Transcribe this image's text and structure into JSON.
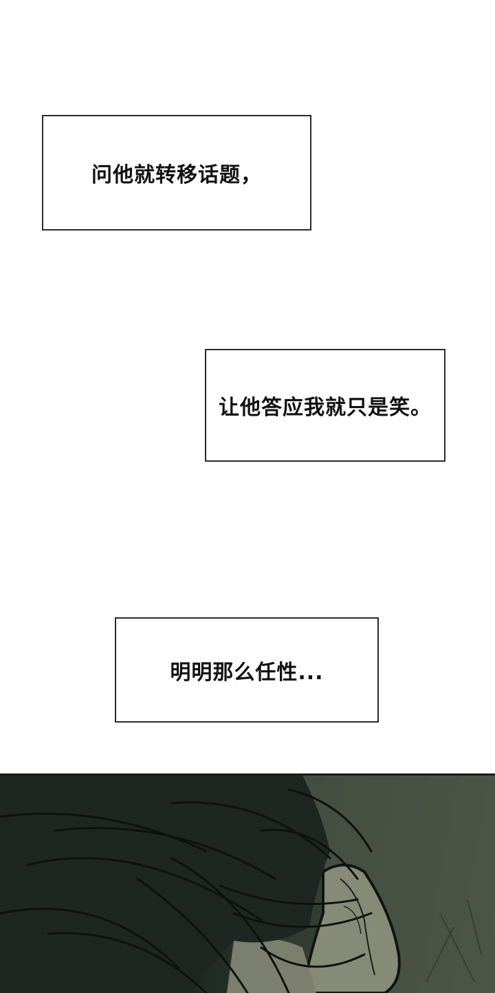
{
  "comic": {
    "captions": [
      {
        "text": "问他就转移话题，"
      },
      {
        "text": "让他答应我就只是笑。"
      },
      {
        "text": "明明那么任性..."
      }
    ],
    "panel": {
      "description": "dark green-toned close-up of a character's hair and ear",
      "colors": {
        "hair_dark": "#1d2620",
        "background_light": "#56604f",
        "skin": "#8a8f7c",
        "line": "#111511"
      }
    }
  }
}
